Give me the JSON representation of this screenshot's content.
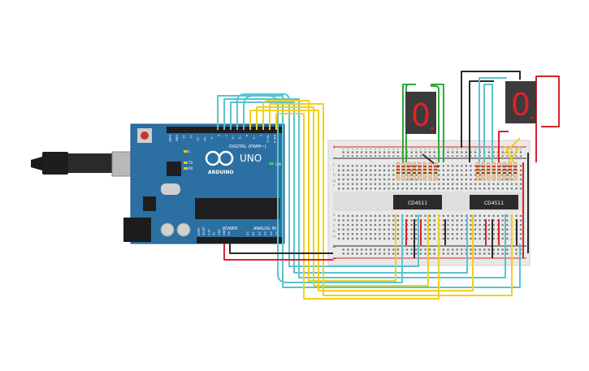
{
  "arduino": {
    "brand": "ARDUINO",
    "model": "UNO",
    "digital_header": "DIGITAL (PWM~)",
    "power_header": "POWER",
    "analog_header": "ANALOG IN",
    "on_label": "ON",
    "tx_label": "TX",
    "rx_label": "RX",
    "l_label": "L",
    "digital_pins": [
      "AREF",
      "GND",
      "13",
      "12",
      "~11",
      "~10",
      "~9",
      "8",
      "7",
      "~6",
      "~5",
      "4",
      "~3",
      "2",
      "TX→1",
      "RX←0"
    ],
    "power_pins": [
      "IOREF",
      "RESET",
      "3.3V",
      "5V",
      "GND",
      "GND",
      "Vin"
    ],
    "analog_pins": [
      "A0",
      "A1",
      "A2",
      "A3",
      "A4",
      "A5"
    ]
  },
  "breadboard": {
    "row_letters_top": [
      "j",
      "i",
      "h",
      "g",
      "f"
    ],
    "row_letters_bottom": [
      "e",
      "d",
      "c",
      "b",
      "a"
    ],
    "plus": "+",
    "minus": "−"
  },
  "chips": [
    {
      "label": "CD4511"
    },
    {
      "label": "CD4511"
    }
  ],
  "displays": [
    {
      "digit": "0",
      "color": "#e0202a"
    },
    {
      "digit": "0",
      "color": "#e0202a"
    }
  ],
  "colors": {
    "board": "#2b6fa3",
    "wire_cyan": "#5bc3cf",
    "wire_yellow": "#f0d020",
    "wire_red": "#d8232a",
    "wire_black": "#2a2a2a",
    "wire_green": "#2faa3a"
  }
}
